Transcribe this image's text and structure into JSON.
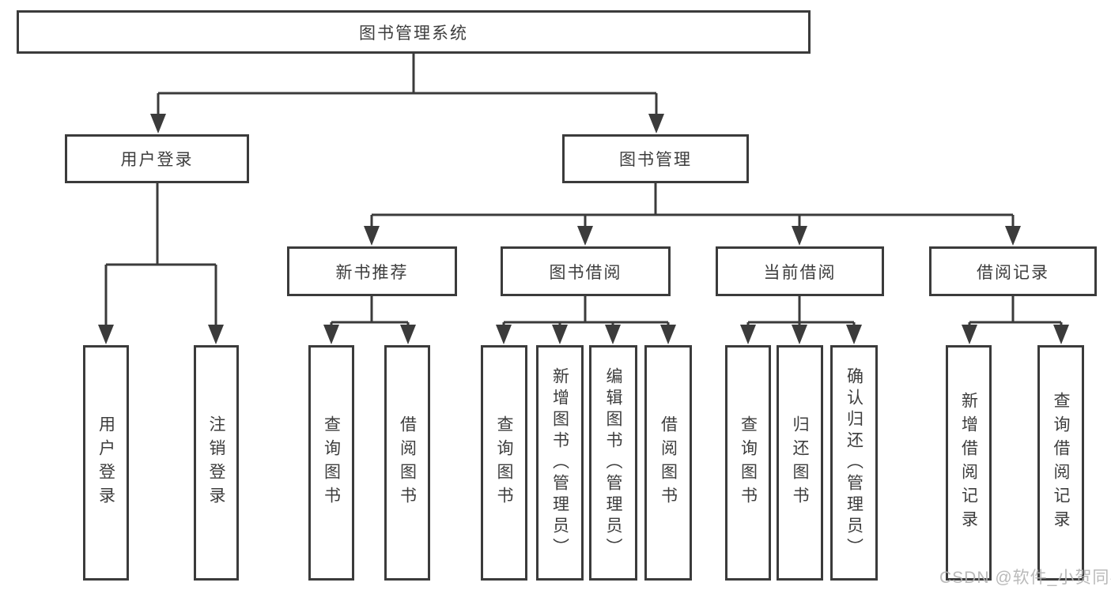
{
  "colors": {
    "line": "#3b3b3b",
    "text": "#3d3d3d",
    "background": "#ffffff",
    "watermark": "#b2b2b2"
  },
  "diagram": {
    "root": {
      "label": "图书管理系统"
    },
    "level1": {
      "user_login": {
        "label": "用户登录"
      },
      "book_mgmt": {
        "label": "图书管理"
      }
    },
    "level2": {
      "new_books": {
        "label": "新书推荐"
      },
      "book_borrow": {
        "label": "图书借阅"
      },
      "current_borrow": {
        "label": "当前借阅"
      },
      "borrow_records": {
        "label": "借阅记录"
      }
    },
    "leaves": {
      "user_login_leaf": {
        "label": "用户登录"
      },
      "logout": {
        "label": "注销登录"
      },
      "nb_query": {
        "label": "查询图书"
      },
      "nb_borrow": {
        "label": "借阅图书"
      },
      "bb_query": {
        "label": "查询图书"
      },
      "bb_add": {
        "label": "新增图书（管理员）"
      },
      "bb_edit": {
        "label": "编辑图书（管理员）"
      },
      "bb_borrow": {
        "label": "借阅图书"
      },
      "cb_query": {
        "label": "查询图书"
      },
      "cb_return": {
        "label": "归还图书"
      },
      "cb_confirm": {
        "label": "确认归还（管理员）"
      },
      "br_add": {
        "label": "新增借阅记录"
      },
      "br_query": {
        "label": "查询借阅记录"
      }
    }
  },
  "watermark": {
    "text": "CSDN @软件_小贺同学"
  }
}
